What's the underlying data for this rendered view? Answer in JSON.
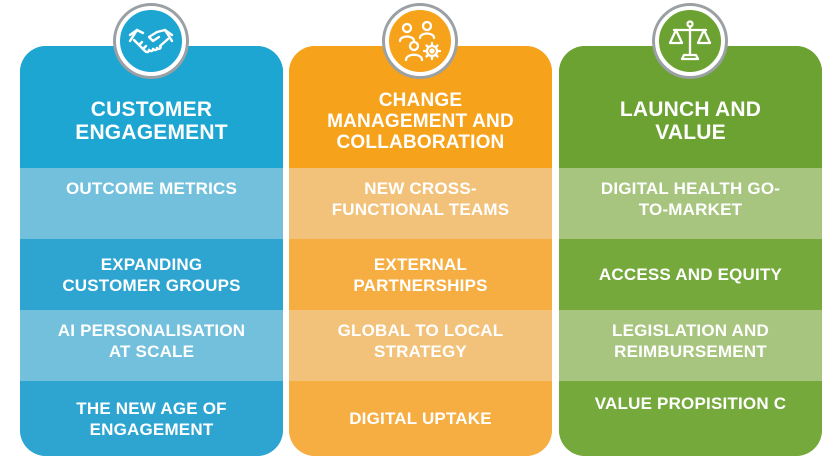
{
  "colors": {
    "customer": {
      "header": "#1ea6d2",
      "row_light": "#72c0dc",
      "row_dark": "#2ea5d1"
    },
    "change": {
      "header": "#f7a21b",
      "row_light": "#f2c27a",
      "row_dark": "#f6ae42"
    },
    "launch": {
      "header": "#6ba232",
      "row_light": "#a8c57f",
      "row_dark": "#75a93c"
    }
  },
  "columns": [
    {
      "icon": "handshake-icon",
      "header_lines": [
        "CUSTOMER",
        "ENGAGEMENT"
      ],
      "rows": [
        [
          "OUTCOME METRICS"
        ],
        [
          "EXPANDING",
          "CUSTOMER GROUPS"
        ],
        [
          "AI PERSONALISATION",
          "AT SCALE"
        ],
        [
          "THE NEW AGE OF",
          "ENGAGEMENT"
        ]
      ]
    },
    {
      "icon": "team-gear-icon",
      "header_lines": [
        "CHANGE",
        "MANAGEMENT AND",
        "COLLABORATION"
      ],
      "rows": [
        [
          "NEW CROSS-",
          "FUNCTIONAL TEAMS"
        ],
        [
          "EXTERNAL",
          "PARTNERSHIPS"
        ],
        [
          "GLOBAL TO LOCAL",
          "STRATEGY"
        ],
        [
          "DIGITAL UPTAKE"
        ]
      ]
    },
    {
      "icon": "balance-scale-icon",
      "header_lines": [
        "LAUNCH AND",
        "VALUE"
      ],
      "rows": [
        [
          "DIGITAL HEALTH GO-",
          "TO-MARKET"
        ],
        [
          "ACCESS AND EQUITY"
        ],
        [
          "LEGISLATION AND",
          "REIMBURSEMENT"
        ],
        [
          "VALUE PROPISITION C"
        ]
      ]
    }
  ]
}
